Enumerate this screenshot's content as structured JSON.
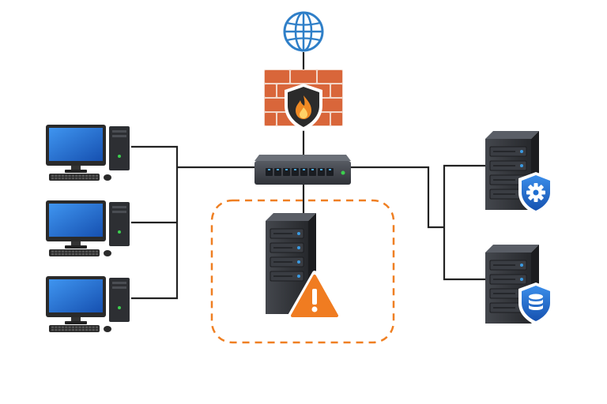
{
  "diagram": {
    "type": "network-topology",
    "nodes": [
      {
        "id": "internet",
        "icon": "globe-icon"
      },
      {
        "id": "firewall",
        "icon": "firewall-icon",
        "badge_icon": "flame-shield-icon"
      },
      {
        "id": "switch",
        "icon": "network-switch-icon",
        "ports": 8
      },
      {
        "id": "workstation-1",
        "icon": "desktop-computer-icon"
      },
      {
        "id": "workstation-2",
        "icon": "desktop-computer-icon"
      },
      {
        "id": "workstation-3",
        "icon": "desktop-computer-icon"
      },
      {
        "id": "dmz-server",
        "icon": "server-tower-icon",
        "badge_icon": "warning-icon",
        "zone": "dashed-isolated-zone"
      },
      {
        "id": "app-server",
        "icon": "server-tower-icon",
        "badge_icon": "gear-shield-icon"
      },
      {
        "id": "db-server",
        "icon": "server-tower-icon",
        "badge_icon": "database-shield-icon"
      }
    ],
    "links": [
      [
        "internet",
        "firewall"
      ],
      [
        "firewall",
        "switch"
      ],
      [
        "switch",
        "workstation-1"
      ],
      [
        "switch",
        "workstation-2"
      ],
      [
        "switch",
        "workstation-3"
      ],
      [
        "switch",
        "dmz-server"
      ],
      [
        "switch",
        "app-server"
      ],
      [
        "switch",
        "db-server"
      ]
    ],
    "colors": {
      "link": "#222222",
      "globe": "#2f7fc8",
      "brick": "#d9663a",
      "mortar": "#f2d6c8",
      "shield_dark": "#2b2b2b",
      "flame": "#f08a24",
      "switch_body": "#3b3f46",
      "port": "#1a1d22",
      "port_led": "#4aa8e0",
      "status_led": "#3ccf4e",
      "monitor_bezel": "#2a2a2a",
      "screen": "#1f6fd1",
      "tower": "#2d2f33",
      "server_led": "#3a9be3",
      "warning": "#f07c21",
      "zone_dash": "#ef7f22",
      "shield_blue": "#1f6ed1"
    }
  }
}
